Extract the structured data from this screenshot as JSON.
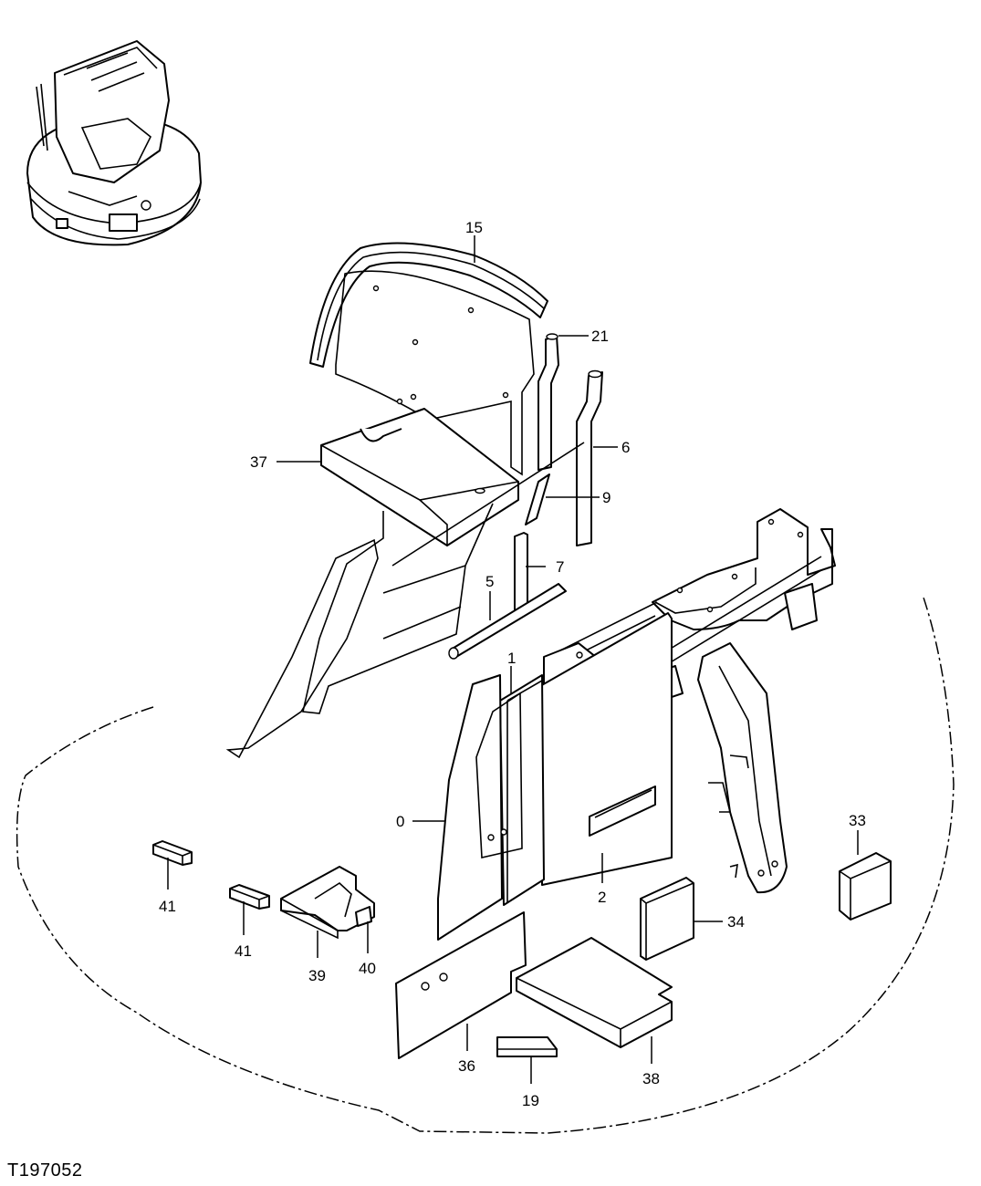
{
  "figure_id": "T197052",
  "callouts": {
    "c15": "15",
    "c21": "21",
    "c6": "6",
    "c37": "37",
    "c9": "9",
    "c7": "7",
    "c5": "5",
    "c1": "1",
    "c0": "0",
    "c2": "2",
    "c33": "33",
    "c34": "34",
    "c41a": "41",
    "c41b": "41",
    "c39": "39",
    "c40": "40",
    "c36": "36",
    "c38": "38",
    "c19": "19"
  }
}
